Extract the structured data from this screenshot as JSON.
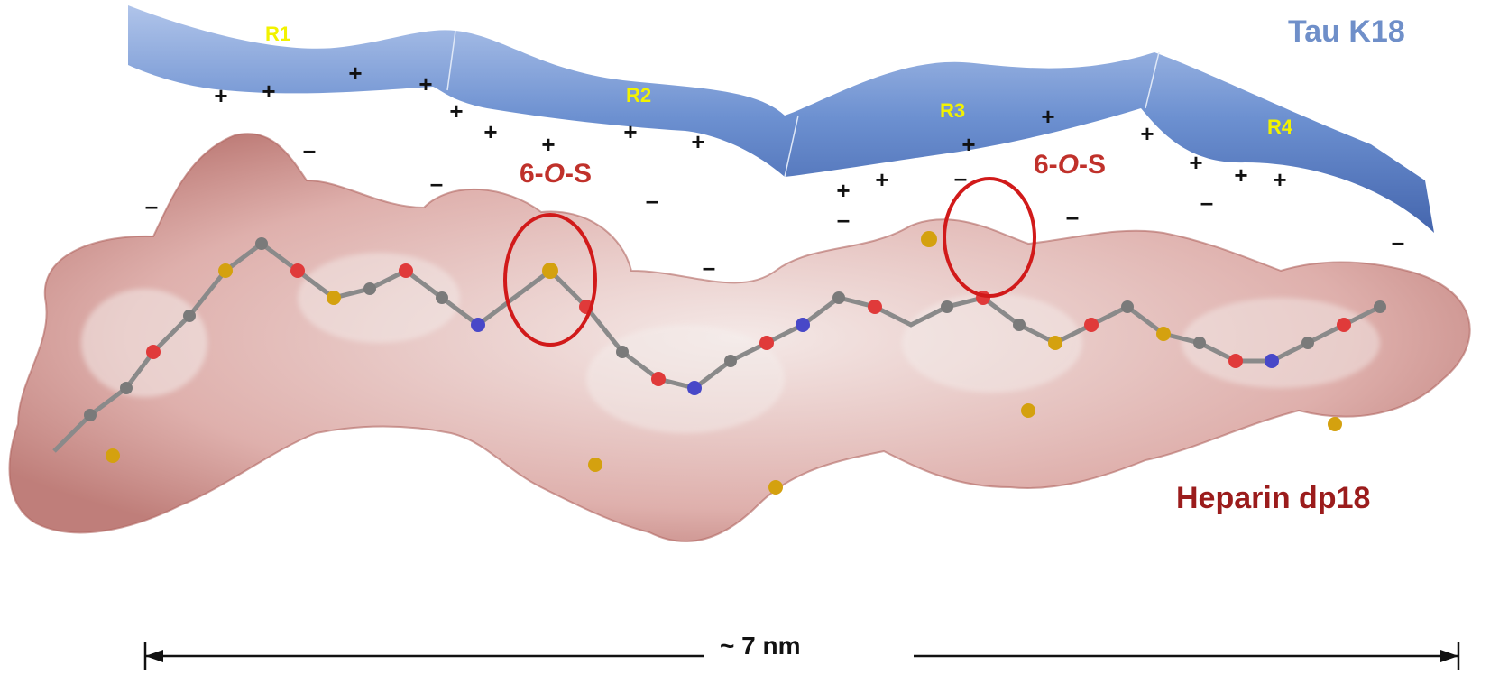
{
  "labels": {
    "protein": "Tau K18",
    "ligand": "Heparin dp18",
    "segments": [
      "R1",
      "R2",
      "R3",
      "R4"
    ],
    "sulfate_left_num": "6-",
    "sulfate_left_o": "O",
    "sulfate_left_s": "-S",
    "sulfate_right_num": "6-",
    "sulfate_right_o": "O",
    "sulfate_right_s": "-S",
    "scale": "~ 7 nm"
  },
  "charges": {
    "plus_symbol": "+",
    "minus_symbol": "–"
  },
  "colors": {
    "ribbon": "#4f79c3",
    "ribbon_light": "#9fb6e3",
    "surface": "#c98c8c",
    "oxygen": "#e03a3a",
    "carbon": "#7a7a7a",
    "sulfur": "#d4a10f",
    "nitrogen": "#4848c8",
    "highlight": "#d11a1a"
  }
}
